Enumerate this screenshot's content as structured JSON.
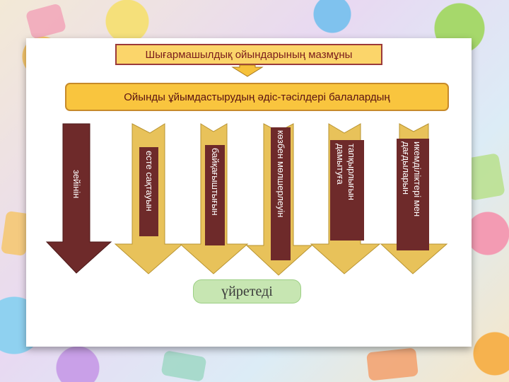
{
  "diagram": {
    "title": "Шығармашылдық ойындарының мазмұны",
    "main": "Ойынды ұйымдастырудың әдіс-тәсілдері балалардың",
    "items": [
      {
        "label": "зейінін"
      },
      {
        "label": "есте сақтауын"
      },
      {
        "label": "байқағыштығын"
      },
      {
        "label": "көзбен мөлшерлеуін"
      },
      {
        "label": "тапқырлығын\nдамытуға"
      },
      {
        "label": "икемділіктері мен\nдағдыларын"
      }
    ],
    "result": "үйретеді"
  },
  "colors": {
    "arrow_dark": "#6e2a2a",
    "arrow_gold": "#e8c25a",
    "title_bg": "#fbd56a",
    "main_bg": "#f9c53e",
    "result_bg": "#c7e6b2"
  }
}
